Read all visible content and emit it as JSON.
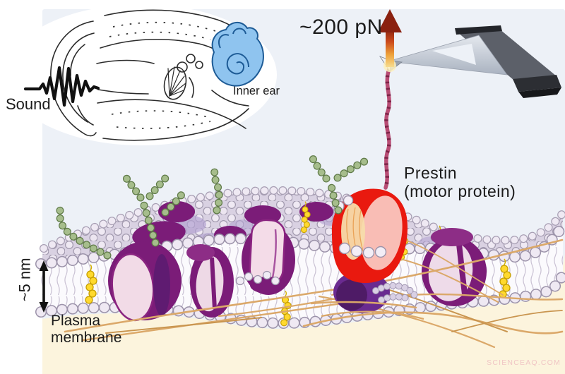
{
  "figure": {
    "labels": {
      "sound": "Sound",
      "inner_ear": "Inner ear",
      "force": "~200 pN",
      "prestin_name": "Prestin",
      "prestin_sub": "(motor protein)",
      "scale": "~5 nm",
      "membrane_l1": "Plasma",
      "membrane_l2": "membrane",
      "watermark": "SCIENCEAQ.COM"
    },
    "colors": {
      "background_extracellular": "#edf1f7",
      "background_intracellular": "#fcf4dd",
      "prestin_red": "#e9190f",
      "prestin_pink": "#f9bdb5",
      "membrane_protein_purple": "#7b1c78",
      "lipid_head": "#efe9f3",
      "glycan_green": "#a6bd8c",
      "cholesterol_yellow": "#ffd92e",
      "cytoskeleton_orange": "#dba869",
      "inner_ear_blue": "#8fc4ef",
      "tether_magenta": "#b84d75",
      "force_arrow_orange": "#cc4a1c"
    }
  }
}
